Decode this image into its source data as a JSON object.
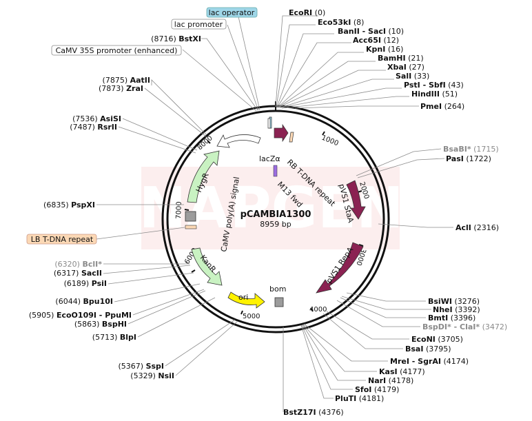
{
  "map": {
    "name": "pCAMBIA1300",
    "size_label": "8959 bp",
    "total_bp": 8959,
    "watermark": "SNAPGENE",
    "colors": {
      "hygr": "#c9f2c2",
      "kanr": "#c9f2c2",
      "ori": "#fff200",
      "pvs1": "#8b2252",
      "camv_arrow": "#ffffff",
      "lac_operator_box": "#9fd6e8",
      "lb_repeat_box": "#fbd8b5"
    }
  },
  "ticks": [
    {
      "label": "1000",
      "bp": 1000
    },
    {
      "label": "2000",
      "bp": 2000
    },
    {
      "label": "3000",
      "bp": 3000
    },
    {
      "label": "4000",
      "bp": 4000
    },
    {
      "label": "5000",
      "bp": 5000
    },
    {
      "label": "6000",
      "bp": 6000
    },
    {
      "label": "7000",
      "bp": 7000
    },
    {
      "label": "8000",
      "bp": 8000
    }
  ],
  "features": {
    "lacZa": "lacZα",
    "m13fwd": "M13 fwd",
    "rb_repeat": "RB T-DNA repeat",
    "pvs1_staa": "pVS1 StaA",
    "pvs1_repa": "pVS1 RepA",
    "bom": "bom",
    "ori": "ori",
    "kanr": "KanR",
    "hygr": "HygR",
    "camv_polya": "CaMV poly(A) signal"
  },
  "boxed_labels": {
    "lac_operator": "lac operator",
    "lac_promoter": "lac promoter",
    "camv_35s": "CaMV 35S promoter (enhanced)",
    "lb_repeat": "LB T-DNA repeat"
  },
  "enzymes_right": [
    {
      "name": "EcoRI",
      "pos": "(0)",
      "gray": false
    },
    {
      "name": "Eco53kI",
      "pos": "(8)",
      "gray": false
    },
    {
      "name": "BanII - SacI",
      "pos": "(10)",
      "gray": false
    },
    {
      "name": "Acc65I",
      "pos": "(12)",
      "gray": false
    },
    {
      "name": "KpnI",
      "pos": "(16)",
      "gray": false
    },
    {
      "name": "BamHI",
      "pos": "(21)",
      "gray": false
    },
    {
      "name": "XbaI",
      "pos": "(27)",
      "gray": false
    },
    {
      "name": "SalI",
      "pos": "(33)",
      "gray": false
    },
    {
      "name": "PstI - SbfI",
      "pos": "(43)",
      "gray": false
    },
    {
      "name": "HindIII",
      "pos": "(51)",
      "gray": false
    },
    {
      "name": "PmeI",
      "pos": "(264)",
      "gray": false
    },
    {
      "name": "BsaBI*",
      "pos": "(1715)",
      "gray": true
    },
    {
      "name": "PasI",
      "pos": "(1722)",
      "gray": false
    },
    {
      "name": "AclI",
      "pos": "(2316)",
      "gray": false
    },
    {
      "name": "BsiWI",
      "pos": "(3276)",
      "gray": false
    },
    {
      "name": "NheI",
      "pos": "(3392)",
      "gray": false
    },
    {
      "name": "BmtI",
      "pos": "(3396)",
      "gray": false
    },
    {
      "name": "BspDI* - ClaI*",
      "pos": "(3472)",
      "gray": true
    },
    {
      "name": "EcoNI",
      "pos": "(3705)",
      "gray": false
    },
    {
      "name": "BsaI",
      "pos": "(3795)",
      "gray": false
    },
    {
      "name": "MreI - SgrAI",
      "pos": "(4174)",
      "gray": false
    },
    {
      "name": "KasI",
      "pos": "(4177)",
      "gray": false
    },
    {
      "name": "NarI",
      "pos": "(4178)",
      "gray": false
    },
    {
      "name": "SfoI",
      "pos": "(4179)",
      "gray": false
    },
    {
      "name": "PluTI",
      "pos": "(4181)",
      "gray": false
    },
    {
      "name": "BstZ17I",
      "pos": "(4376)",
      "gray": false
    }
  ],
  "enzymes_left": [
    {
      "name": "BstXI",
      "pos": "(8716)",
      "gray": false
    },
    {
      "name": "AatII",
      "pos": "(7875)",
      "gray": false
    },
    {
      "name": "ZraI",
      "pos": "(7873)",
      "gray": false
    },
    {
      "name": "AsiSI",
      "pos": "(7536)",
      "gray": false
    },
    {
      "name": "RsrII",
      "pos": "(7487)",
      "gray": false
    },
    {
      "name": "PspXI",
      "pos": "(6835)",
      "gray": false
    },
    {
      "name": "BclI*",
      "pos": "(6320)",
      "gray": true
    },
    {
      "name": "SacII",
      "pos": "(6317)",
      "gray": false
    },
    {
      "name": "PsiI",
      "pos": "(6189)",
      "gray": false
    },
    {
      "name": "Bpu10I",
      "pos": "(6044)",
      "gray": false
    },
    {
      "name": "EcoO109I - PpuMI",
      "pos": "(5905)",
      "gray": false
    },
    {
      "name": "BspHI",
      "pos": "(5863)",
      "gray": false
    },
    {
      "name": "BlpI",
      "pos": "(5713)",
      "gray": false
    },
    {
      "name": "SspI",
      "pos": "(5367)",
      "gray": false
    },
    {
      "name": "NsiI",
      "pos": "(5329)",
      "gray": false
    }
  ]
}
